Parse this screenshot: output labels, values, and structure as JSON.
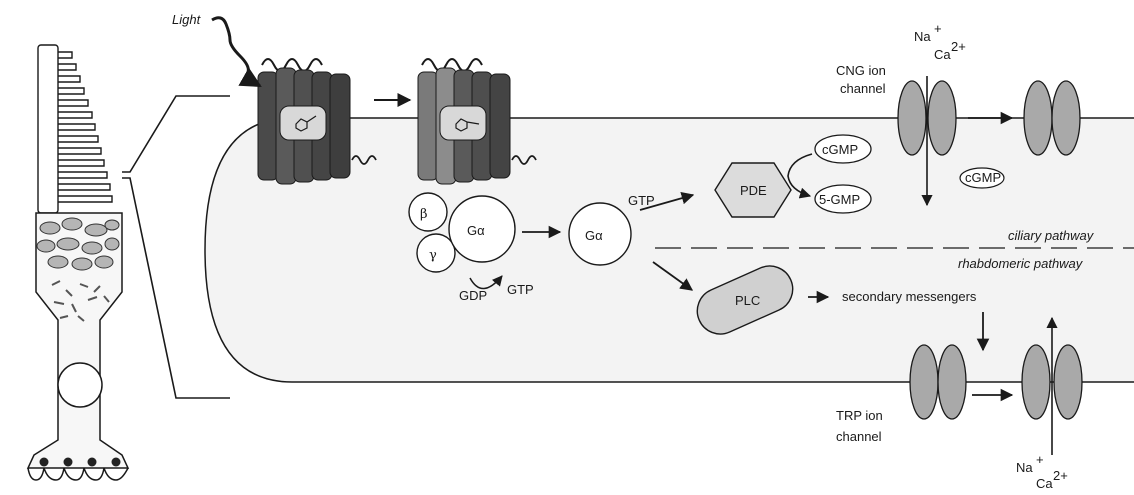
{
  "labels": {
    "light": "Light",
    "g_beta": "β",
    "g_gamma": "γ",
    "g_alpha_bound": "Gα",
    "gdp": "GDP",
    "gtp_exchange": "GTP",
    "g_alpha_active": "Gα",
    "gtp_active": "GTP",
    "pde": "PDE",
    "cgmp": "cGMP",
    "five_gmp": "5-GMP",
    "cgmp_channel": "cGMP",
    "plc": "PLC",
    "secondary_messengers": "secondary messengers",
    "ciliary_pathway": "ciliary pathway",
    "rhabdomeric_pathway": "rhabdomeric pathway",
    "cng_line1": "CNG ion",
    "cng_line2": "channel",
    "trp_line1": "TRP ion",
    "trp_line2": "channel",
    "na_top": "Na",
    "ca_top": "Ca",
    "na_bottom": "Na",
    "ca_bottom": "Ca",
    "plus": "+",
    "two_plus": "2+"
  },
  "colors": {
    "cell_fill": "#f3f3f3",
    "line": "#1a1a1a",
    "channel_fill": "#a9a9a9",
    "pde_fill": "#dcdcdc",
    "plc_fill": "#d0d0d0",
    "receptor_dark": "#555555",
    "receptor_light": "#8c8c8c"
  }
}
